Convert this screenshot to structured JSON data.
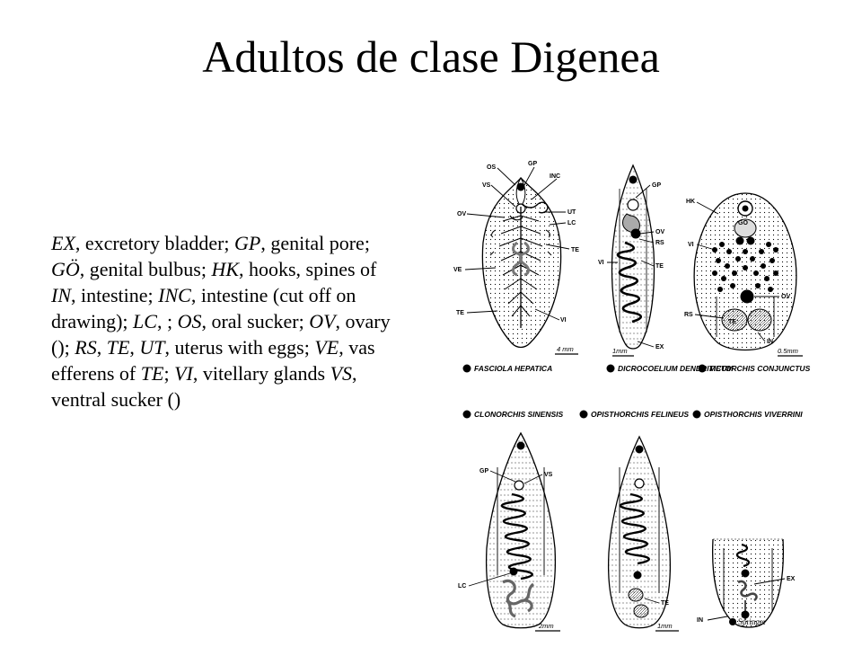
{
  "slide": {
    "title": "Adultos de clase Digenea"
  },
  "legend": [
    {
      "abbr": "EX",
      "text": ", excretory bladder; "
    },
    {
      "abbr": "GP",
      "text": ", genital pore; "
    },
    {
      "abbr": "GÖ",
      "text": ", genital bulbus; "
    },
    {
      "abbr": "HK",
      "text": ", hooks, spines of "
    },
    {
      "abbr": "IN",
      "text": ", intestine; "
    },
    {
      "abbr": "INC",
      "text": ", intestine (cut off on drawing); "
    },
    {
      "abbr": "LC",
      "text": ", ; "
    },
    {
      "abbr": "OS",
      "text": ", oral sucker; "
    },
    {
      "abbr": "OV",
      "text": ", ovary (); "
    },
    {
      "abbr": "RS",
      "text": ", "
    },
    {
      "abbr": "TE",
      "text": ", "
    },
    {
      "abbr": "UT",
      "text": ", uterus with eggs; "
    },
    {
      "abbr": "VE",
      "text": ", vas efferens of "
    },
    {
      "abbr": "TE",
      "text": "; "
    },
    {
      "abbr": "VI",
      "text": ", vitellary glands "
    },
    {
      "abbr": "VS",
      "text": ", ventral sucker ()"
    }
  ],
  "figure": {
    "species": {
      "fasciola": "FASCIOLA HEPATICA",
      "dicrocoelium": "DICROCOELIUM DENDRITICUM",
      "metorchis": "METORCHIS CONJUNCTUS",
      "clonorchis": "CLONORCHIS SINENSIS",
      "felineus": "OPISTHORCHIS FELINEUS",
      "viverrini": "OPISTHORCHIS VIVERRINI"
    },
    "scales": {
      "fasciola": "4 mm",
      "dicrocoelium": "1mm",
      "metorchis": "0.5mm",
      "clonorchis": "2mm",
      "felineus": "1mm"
    },
    "labels": {
      "os": "OS",
      "gp": "GP",
      "vs": "VS",
      "inc": "INC",
      "ov": "OV",
      "ut": "UT",
      "lc": "LC",
      "te": "TE",
      "ve": "VE",
      "vi": "VI",
      "ex": "EX",
      "rs": "RS",
      "hk": "HK",
      "go": "GÖ",
      "in": "IN"
    },
    "publisher": "Springer"
  }
}
